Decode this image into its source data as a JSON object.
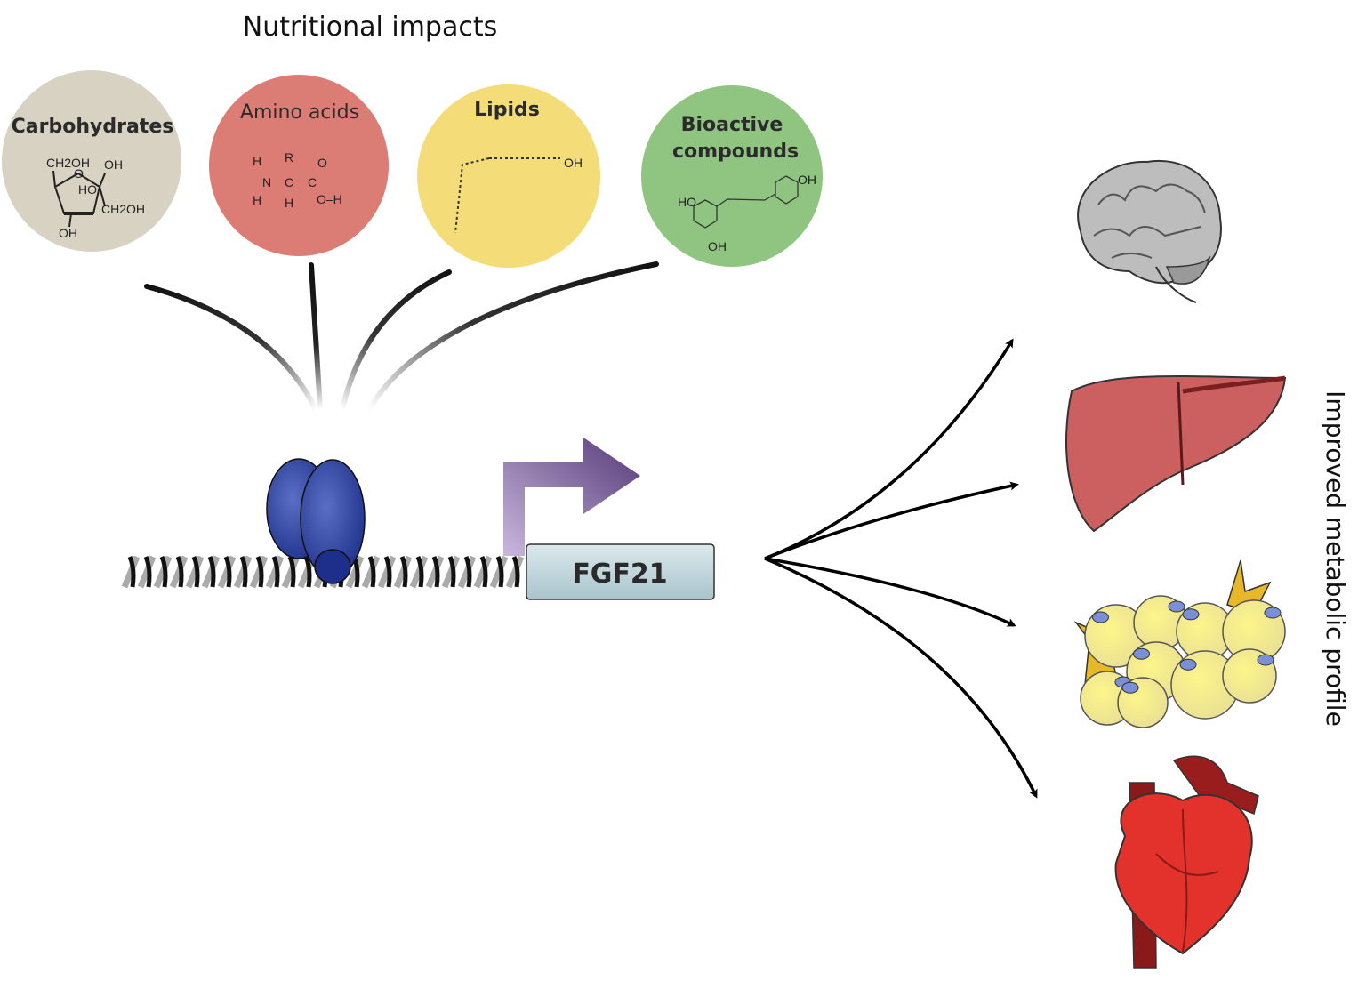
{
  "title": "Nutritional impacts",
  "nutrients": [
    {
      "label": "Carbohydrates",
      "color": "#d8d2c3",
      "formula_labels": [
        "CH2OH",
        "OH",
        "HO",
        "CH2OH",
        "OH",
        "O"
      ]
    },
    {
      "label": "Amino acids",
      "color": "#dc7d75",
      "formula_labels": [
        "H",
        "R",
        "O",
        "N",
        "C",
        "C",
        "H",
        "H",
        "O–H"
      ]
    },
    {
      "label": "Lipids",
      "color": "#f4dc78",
      "formula_labels": [
        "OH"
      ]
    },
    {
      "label_line1": "Bioactive",
      "label_line2": "compounds",
      "color": "#8fc581",
      "formula_labels": [
        "OH",
        "HO",
        "OH"
      ]
    }
  ],
  "gene": {
    "label": "FGF21",
    "box_color": "#c9dde3"
  },
  "transcription_factor_color": "#23389a",
  "promoter_arrow_color": "#5b3f7d",
  "targets": [
    "brain",
    "liver",
    "adipose-tissue",
    "heart"
  ],
  "outcome_label": "Improved metabolic profile"
}
